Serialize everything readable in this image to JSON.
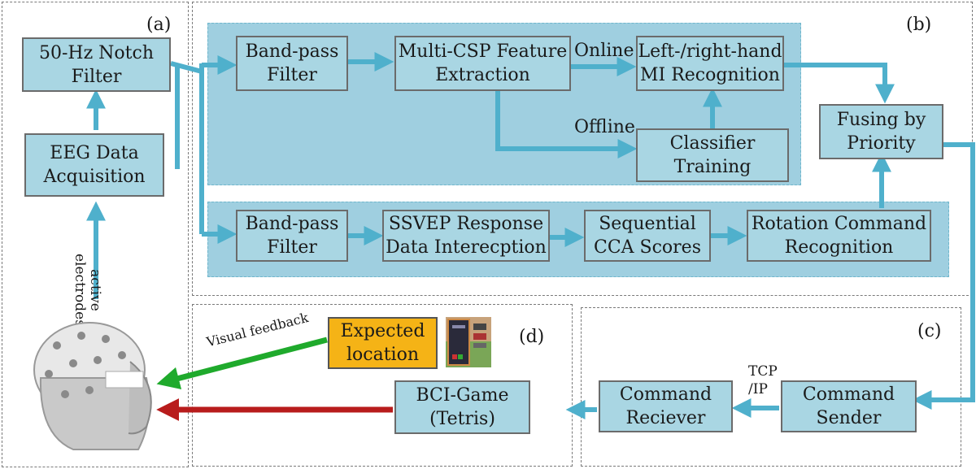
{
  "panels": {
    "a": "(a)",
    "b": "(b)",
    "c": "(c)",
    "d": "(d)"
  },
  "boxes": {
    "notch_filter": "50-Hz Notch\nFilter",
    "eeg_acquisition": "EEG Data\nAcquisition",
    "bandpass_top": "Band-pass\nFilter",
    "multi_csp": "Multi-CSP Feature\nExtraction",
    "mi_recognition": "Left-/right-hand\nMI Recognition",
    "classifier_training": "Classifier\nTraining",
    "fusing": "Fusing by\nPriority",
    "bandpass_bottom": "Band-pass\nFilter",
    "ssvep_interception": "SSVEP Response\nData Interecption",
    "sequential_cca": "Sequential\nCCA Scores",
    "rotation_recognition": "Rotation Command\nRecognition",
    "command_sender": "Command\nSender",
    "command_receiver": "Command\nReciever",
    "bci_game": "BCI-Game\n(Tetris)",
    "expected_location": "Expected\nlocation"
  },
  "labels": {
    "online": "Online",
    "offline": "Offline",
    "active_electrodes": "active\nelectrodes",
    "tcp_ip": "TCP\n/IP",
    "visual_feedback": "Visual feedback"
  },
  "colors": {
    "box_fill": "#a9d6e3",
    "shade_fill": "#9fcfe0",
    "arrow_blue": "#4fb0cc",
    "arrow_green": "#1faa2c",
    "arrow_red": "#b81c1c",
    "expected_fill": "#f5b316"
  }
}
